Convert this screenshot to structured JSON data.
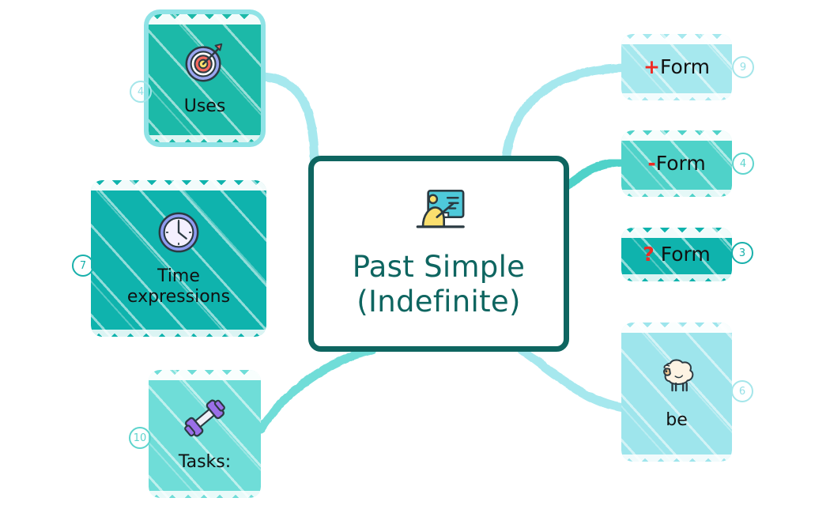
{
  "mindmap": {
    "center": {
      "title_line1": "Past Simple",
      "title_line2": "(Indefinite)",
      "icon": "teacher-whiteboard-icon",
      "border_color": "#0e6560",
      "text_color": "#0e6560",
      "background": "#ffffff"
    },
    "nodes": [
      {
        "id": "uses",
        "label": "Uses",
        "badge": "4",
        "badge_side": "left",
        "icon": "target-dartboard-icon",
        "fill": "#1cb9a8",
        "outline": "#8fe3e6",
        "side": "left"
      },
      {
        "id": "time-expressions",
        "label": "Time\nexpressions",
        "label_line1": "Time",
        "label_line2": "expressions",
        "badge": "7",
        "badge_side": "left",
        "icon": "clock-icon",
        "fill": "#0fb3ad",
        "side": "left"
      },
      {
        "id": "tasks",
        "label": "Tasks:",
        "badge": "10",
        "badge_side": "left",
        "icon": "dumbbell-icon",
        "fill": "#6fddd8",
        "side": "left"
      },
      {
        "id": "plus-form",
        "label": "+Form",
        "symbol": "+",
        "symbol_color": "#ee2a24",
        "word": "Form",
        "badge": "9",
        "badge_side": "right",
        "fill": "#a6e8ee",
        "side": "right"
      },
      {
        "id": "minus-form",
        "label": "-Form",
        "symbol": "-",
        "symbol_color": "#ee2a24",
        "word": "Form",
        "badge": "4",
        "badge_side": "right",
        "fill": "#4fd2c9",
        "side": "right"
      },
      {
        "id": "question-form",
        "label": "? Form",
        "symbol": "?",
        "symbol_color": "#ee2a24",
        "word": " Form",
        "badge": "3",
        "badge_side": "right",
        "fill": "#0fb3ad",
        "side": "right"
      },
      {
        "id": "be",
        "label": "be",
        "badge": "6",
        "badge_side": "right",
        "icon": "sheep-icon",
        "fill": "#9ee5ec",
        "side": "right"
      }
    ],
    "connector_colors": {
      "pale": "#a6e8ee",
      "mid": "#6fddd8",
      "teal": "#4fd2c9",
      "deep": "#0fb3ad"
    }
  }
}
